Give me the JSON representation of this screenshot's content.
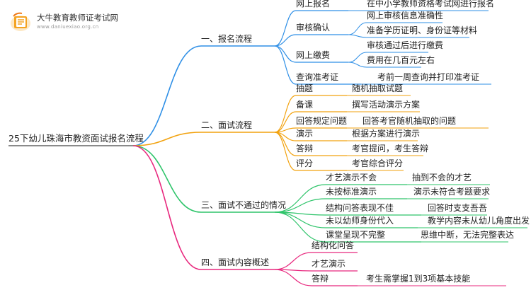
{
  "logo": {
    "name": "大牛教育教师证考试网",
    "url": "www.daniuexiao.org.cn"
  },
  "root": "25下幼儿珠海市教资面试报名流程",
  "sections": [
    {
      "label": "一、报名流程",
      "color": "#2e8fe6",
      "items": [
        {
          "label": "网上报名",
          "details": [
            "在中小学教师资格考试网进行报名"
          ]
        },
        {
          "label": "审核确认",
          "details": [
            "网上审核信息准确性",
            "准备学历证明、身份证等材料"
          ]
        },
        {
          "label": "网上缴费",
          "details": [
            "审核通过后进行缴费",
            "费用在几百元左右"
          ]
        },
        {
          "label": "查询准考证",
          "details": [
            "考前一周查询并打印准考证"
          ]
        }
      ]
    },
    {
      "label": "二、面试流程",
      "color": "#f2a20e",
      "items": [
        {
          "label": "抽题",
          "details": [
            "随机抽取试题"
          ]
        },
        {
          "label": "备课",
          "details": [
            "撰写活动演示方案"
          ]
        },
        {
          "label": "回答规定问题",
          "details": [
            "回答考官随机抽取的问题"
          ]
        },
        {
          "label": "演示",
          "details": [
            "根据方案进行演示"
          ]
        },
        {
          "label": "答辩",
          "details": [
            "考官提问，考生答辩"
          ]
        },
        {
          "label": "评分",
          "details": [
            "考官综合评分"
          ]
        }
      ]
    },
    {
      "label": "三、面试不通过的情况",
      "color": "#2ec46a",
      "items": [
        {
          "label": "才艺演示不会",
          "details": [
            "抽到不会的才艺"
          ]
        },
        {
          "label": "未按标准演示",
          "details": [
            "演示未符合考题要求"
          ]
        },
        {
          "label": "结构问答表现不佳",
          "details": [
            "回答时支支吾吾"
          ]
        },
        {
          "label": "未以幼师身份代入",
          "details": [
            "教学内容未从幼儿角度出发"
          ]
        },
        {
          "label": "课堂呈现不完整",
          "details": [
            "思维中断，无法完整表达"
          ]
        }
      ]
    },
    {
      "label": "四、面试内容概述",
      "color": "#e8287e",
      "items": [
        {
          "label": "结构化问答",
          "details": []
        },
        {
          "label": "才艺演示",
          "details": []
        },
        {
          "label": "答辩",
          "details": [
            "考生需掌握1到3项基本技能"
          ]
        }
      ]
    }
  ]
}
